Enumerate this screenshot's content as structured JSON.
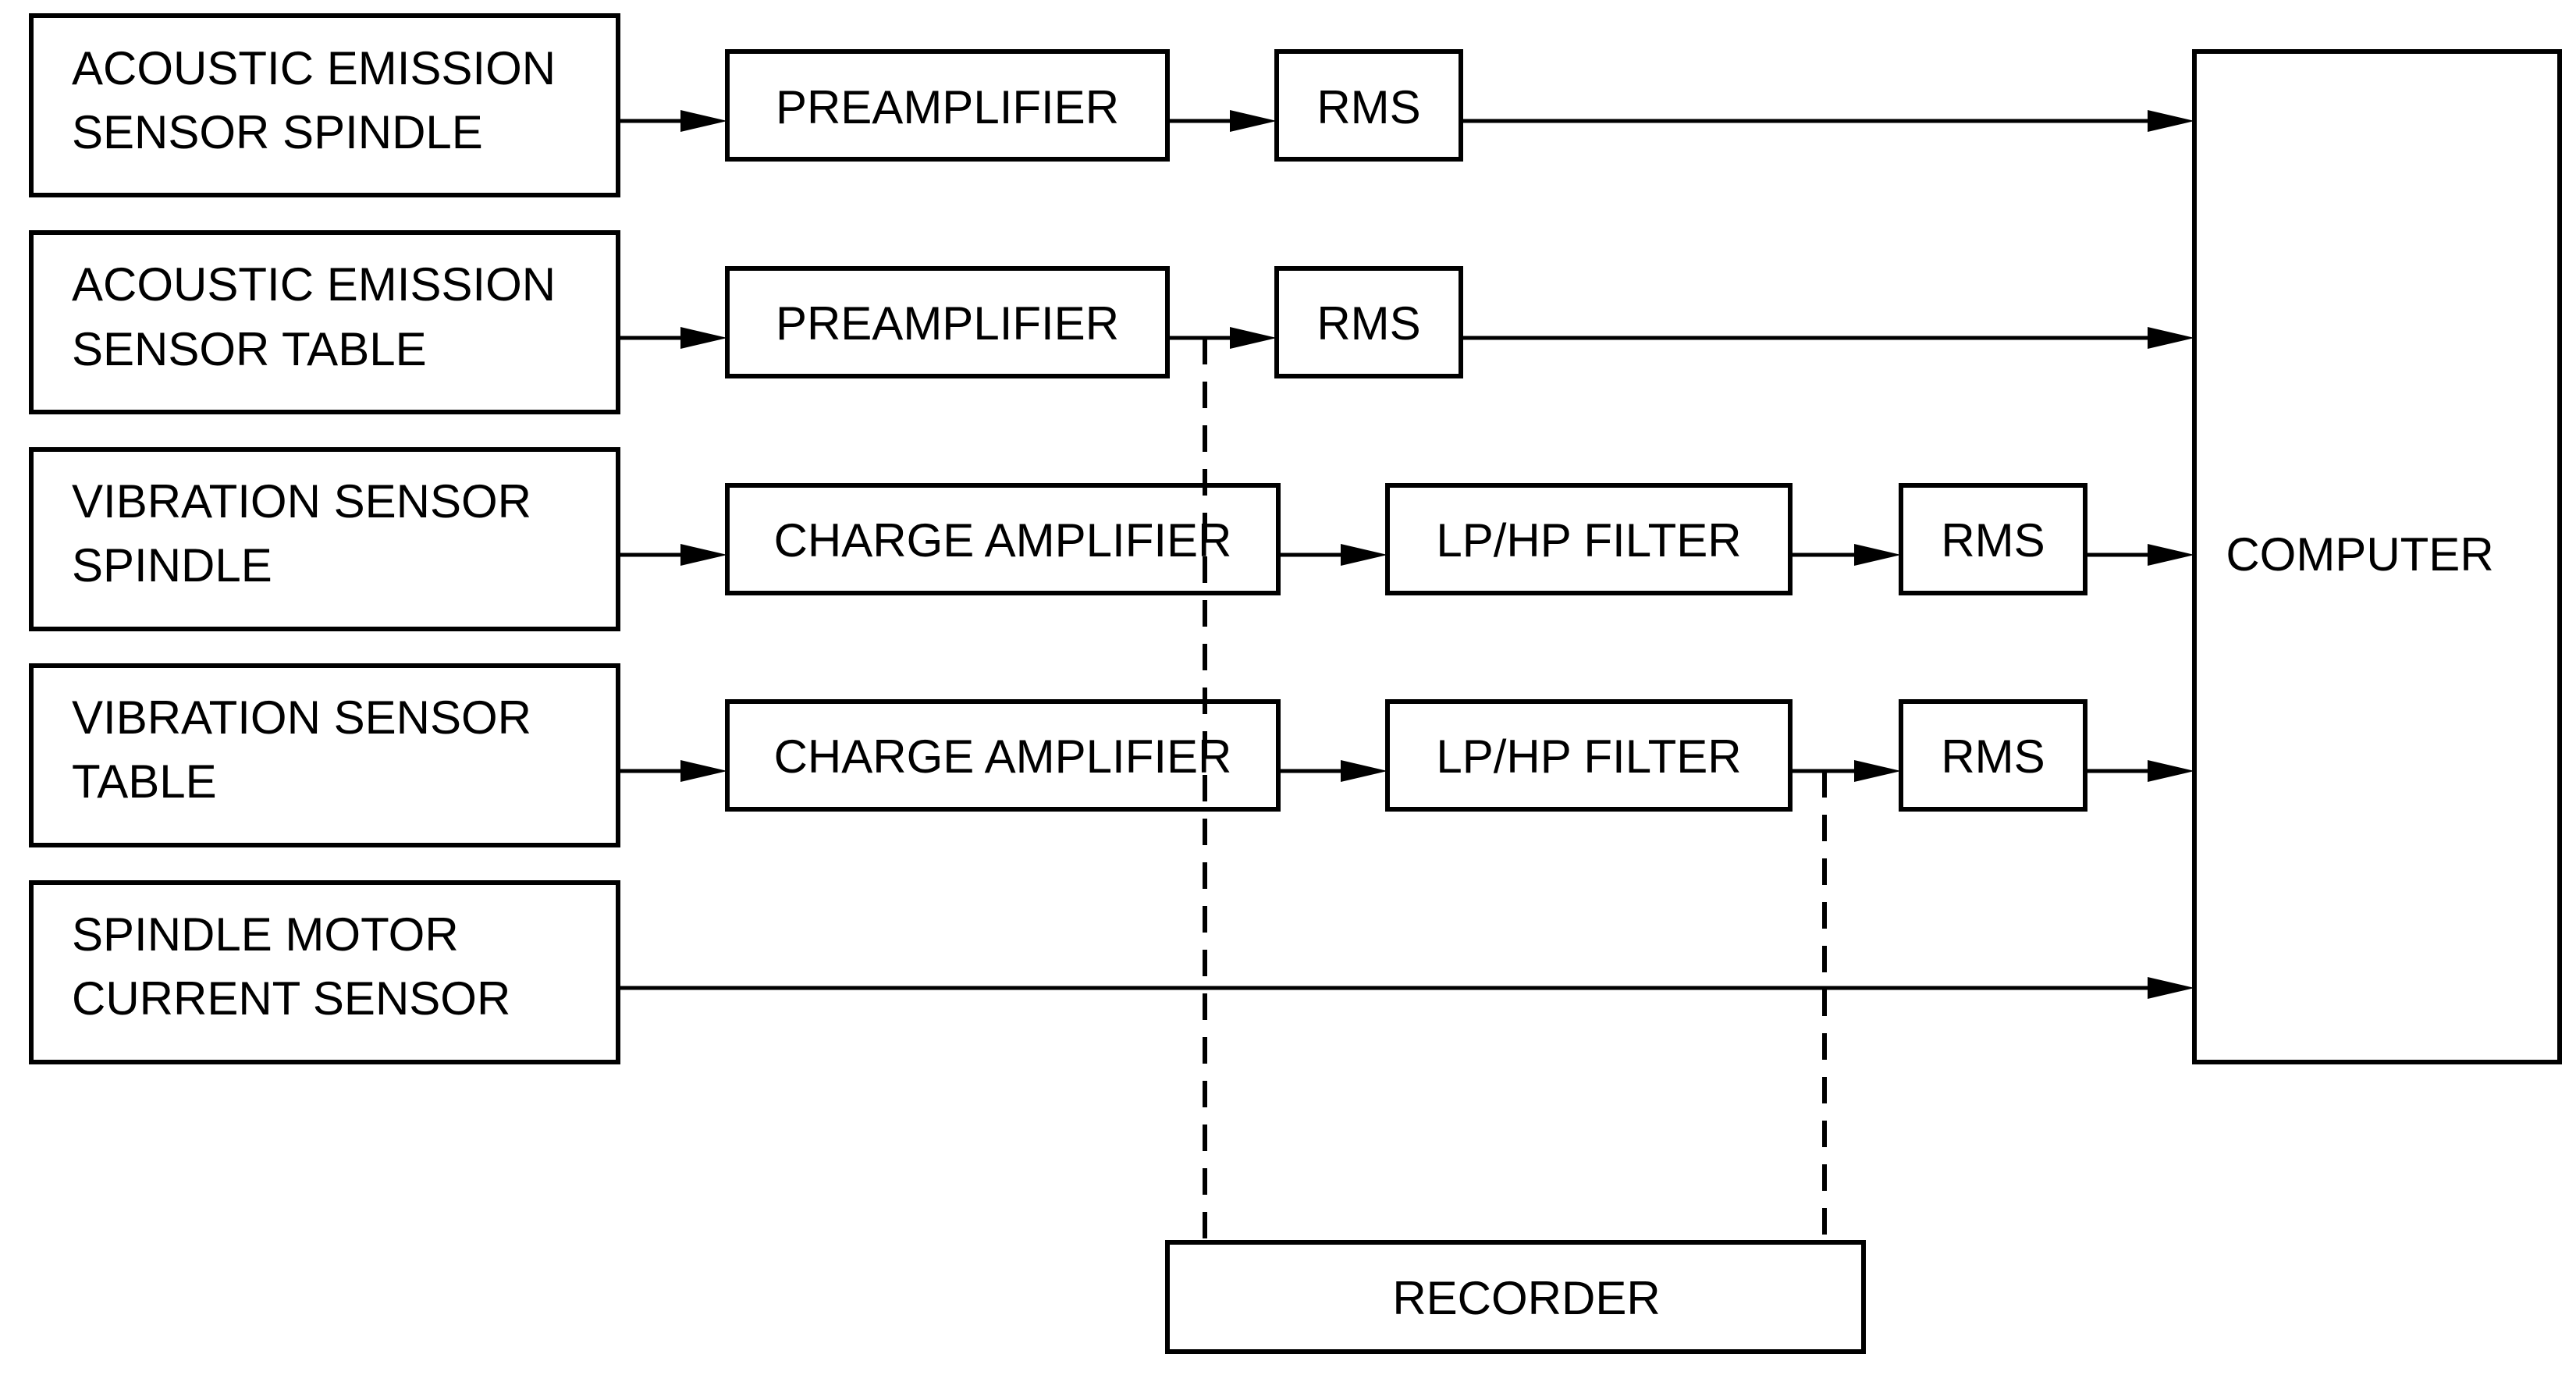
{
  "sensors": {
    "ae_spindle": [
      "ACOUSTIC EMISSION",
      "SENSOR SPINDLE"
    ],
    "ae_table": [
      "ACOUSTIC EMISSION",
      "SENSOR TABLE"
    ],
    "vib_spindle": [
      "VIBRATION SENSOR",
      "SPINDLE"
    ],
    "vib_table": [
      "VIBRATION SENSOR",
      "TABLE"
    ],
    "motor_current": [
      "SPINDLE MOTOR",
      "CURRENT SENSOR"
    ]
  },
  "blocks": {
    "preamp_1": "PREAMPLIFIER",
    "preamp_2": "PREAMPLIFIER",
    "rms_1": "RMS",
    "rms_2": "RMS",
    "charge_amp_1": "CHARGE AMPLIFIER",
    "charge_amp_2": "CHARGE AMPLIFIER",
    "filter_1": "LP/HP FILTER",
    "filter_2": "LP/HP FILTER",
    "rms_3": "RMS",
    "rms_4": "RMS",
    "computer": "COMPUTER",
    "recorder": "RECORDER"
  },
  "colors": {
    "line": "#000000",
    "background": "#ffffff"
  }
}
